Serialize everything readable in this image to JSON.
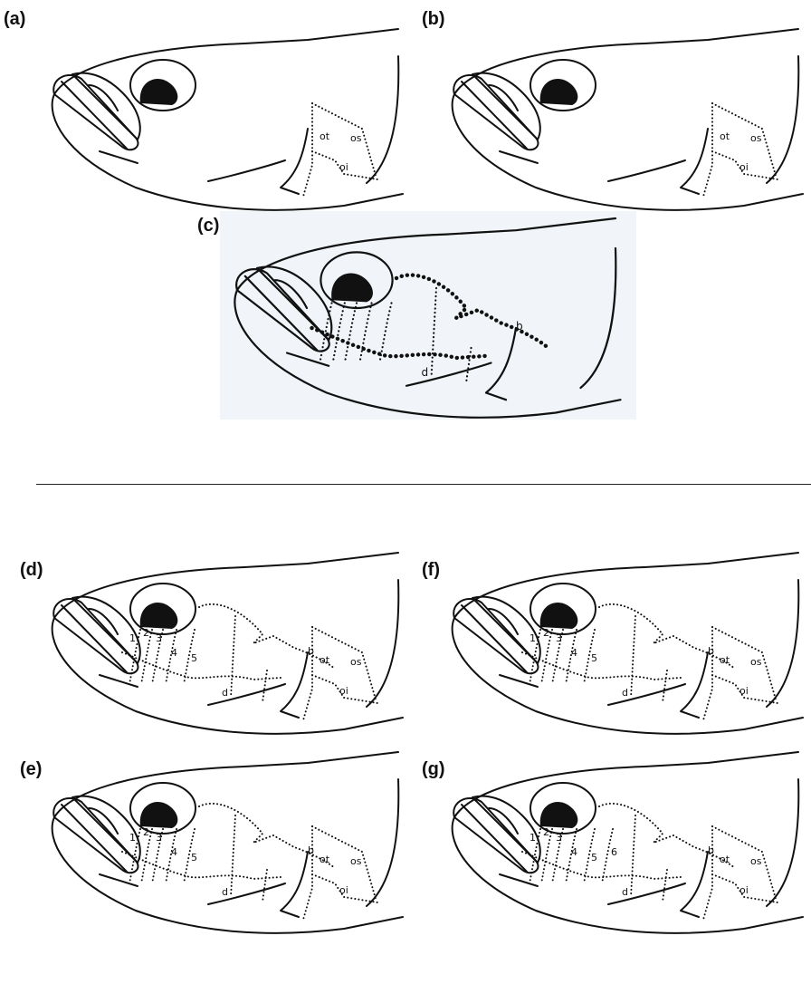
{
  "figure": {
    "panels": [
      {
        "id": "a",
        "label": "(a)",
        "labels": {
          "ot": "ot",
          "os": "os",
          "oi": "oi"
        }
      },
      {
        "id": "b",
        "label": "(b)",
        "labels": {
          "ot": "ot",
          "os": "os",
          "oi": "oi"
        }
      },
      {
        "id": "c",
        "label": "(c)",
        "labels": {
          "b": "b",
          "d": "d"
        }
      },
      {
        "id": "d",
        "label": "(d)",
        "labels": {
          "ot": "ot",
          "os": "os",
          "oi": "oi",
          "b": "b",
          "d": "d"
        },
        "numbers": [
          "1",
          "2",
          "3",
          "4",
          "5"
        ]
      },
      {
        "id": "f",
        "label": "(f)",
        "labels": {
          "ot": "ot",
          "os": "os",
          "oi": "oi",
          "b": "b",
          "d": "d"
        },
        "numbers": [
          "1",
          "2",
          "3",
          "4",
          "5"
        ]
      },
      {
        "id": "e",
        "label": "(e)",
        "labels": {
          "ot": "ot",
          "os": "os",
          "oi": "oi",
          "b": "b",
          "d": "d"
        },
        "numbers": [
          "1",
          "2",
          "3",
          "4",
          "5"
        ]
      },
      {
        "id": "g",
        "label": "(g)",
        "labels": {
          "ot": "ot",
          "os": "os",
          "oi": "oi",
          "b": "b",
          "d": "d"
        },
        "numbers": [
          "1",
          "2",
          "3",
          "4",
          "5",
          "6"
        ]
      }
    ]
  }
}
